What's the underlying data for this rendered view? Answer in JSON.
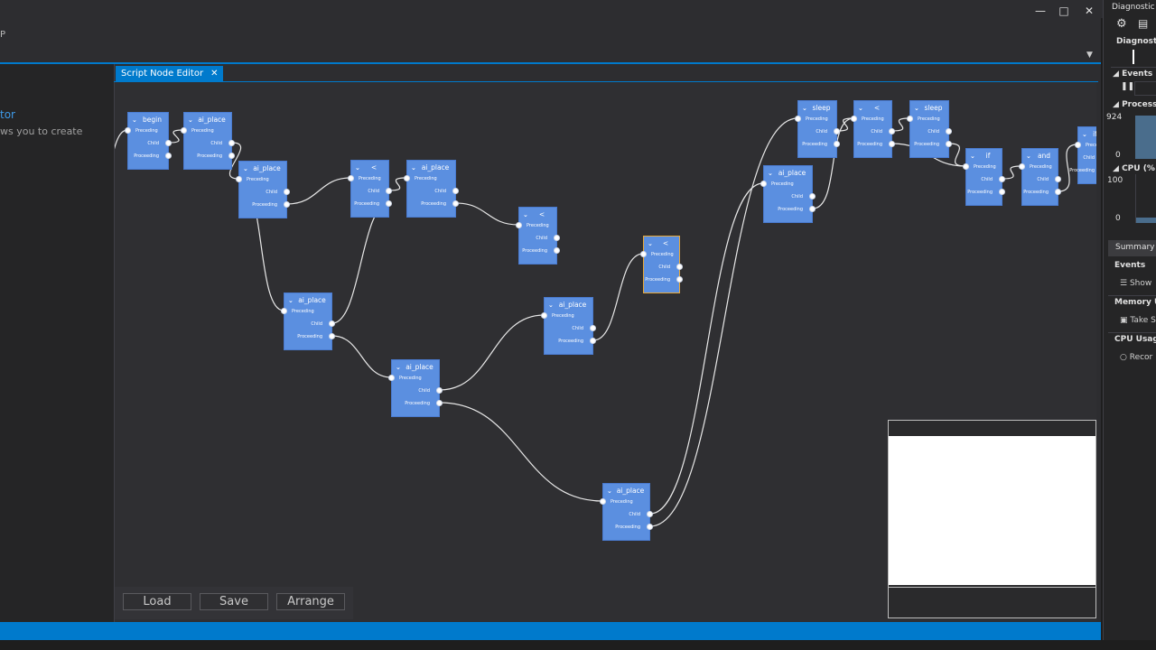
{
  "window": {
    "title_stub": "P"
  },
  "left_panel": {
    "title": "tor",
    "description": "ws you to create"
  },
  "tab": {
    "label": "Script Node Editor",
    "close": "✕"
  },
  "node_labels": {
    "preceding": "Preceding",
    "child": "Child",
    "proceeding": "Proceeding"
  },
  "nodes": [
    {
      "id": "n1",
      "title": "begin",
      "kind": "begin"
    },
    {
      "id": "n2",
      "title": "ai_place",
      "kind": "action"
    },
    {
      "id": "n3",
      "title": "ai_place",
      "kind": "action"
    },
    {
      "id": "n4",
      "title": "<",
      "kind": "compare"
    },
    {
      "id": "n5",
      "title": "ai_place",
      "kind": "action"
    },
    {
      "id": "n6",
      "title": "<",
      "kind": "compare"
    },
    {
      "id": "n7",
      "title": "ai_place",
      "kind": "action"
    },
    {
      "id": "n8",
      "title": "ai_place",
      "kind": "action"
    },
    {
      "id": "n9",
      "title": "ai_place",
      "kind": "action"
    },
    {
      "id": "n10",
      "title": "<",
      "kind": "compare",
      "selected": true
    },
    {
      "id": "n11",
      "title": "ai_place",
      "kind": "action"
    },
    {
      "id": "n12",
      "title": "sleep",
      "kind": "action"
    },
    {
      "id": "n13",
      "title": "<",
      "kind": "compare"
    },
    {
      "id": "n14",
      "title": "sleep",
      "kind": "action"
    },
    {
      "id": "n15",
      "title": "ai_place",
      "kind": "action"
    },
    {
      "id": "n16",
      "title": "if",
      "kind": "branch"
    },
    {
      "id": "n17",
      "title": "and",
      "kind": "logic"
    },
    {
      "id": "n18",
      "title": "if",
      "kind": "branch"
    }
  ],
  "buttons": {
    "load": "Load",
    "save": "Save",
    "arrange": "Arrange"
  },
  "diagnostics": {
    "title": "Diagnostic T",
    "subtitle": "Diagnostic",
    "events": "Events",
    "process_memory": "Process M",
    "mem_max": "924",
    "mem_min": "0",
    "cpu": "CPU (% o",
    "cpu_max": "100",
    "cpu_min": "0",
    "summary_tab": "Summary",
    "sec_events": "Events",
    "show": "Show",
    "sec_memory": "Memory U",
    "take": "Take S",
    "sec_cpu": "CPU Usage",
    "record": "Recor"
  },
  "icons": {
    "minimize": "minimize-icon",
    "maximize": "maximize-icon",
    "close": "close-icon",
    "gear": "gear-icon",
    "export": "export-icon",
    "pause": "pause-icon"
  },
  "colors": {
    "accent": "#007acc",
    "node": "#5b8fe0",
    "selected_border": "#e8a93a",
    "canvas": "#2f2f32"
  }
}
